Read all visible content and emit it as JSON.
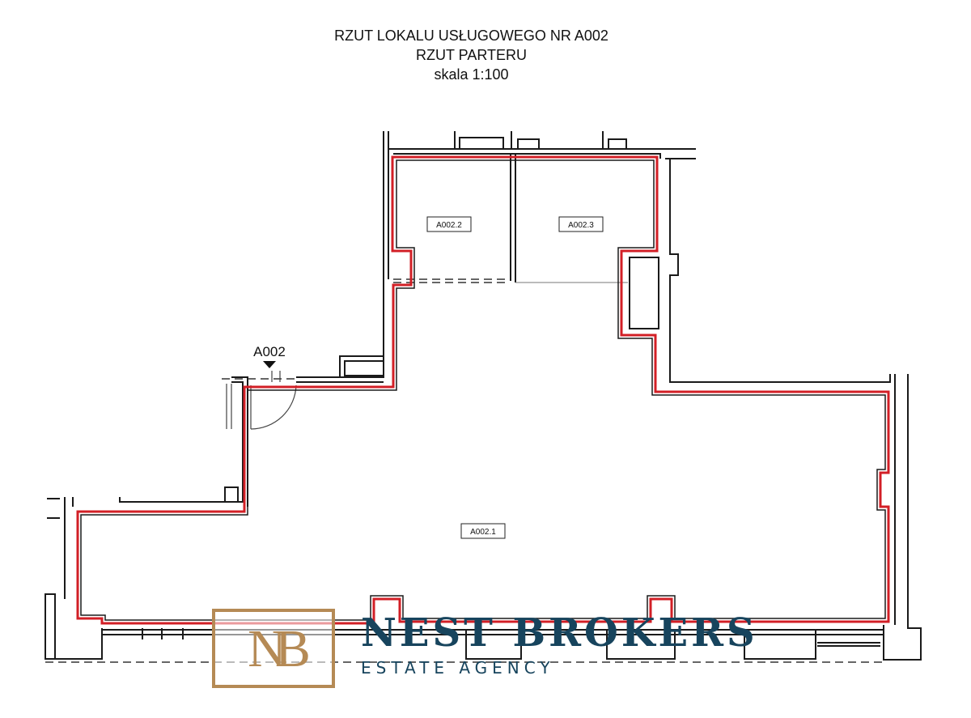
{
  "title": {
    "line1": "RZUT LOKALU USŁUGOWEGO NR A002",
    "line2": "RZUT PARTERU",
    "line3": "skala 1:100"
  },
  "entrance": {
    "label": "A002"
  },
  "rooms": {
    "r1": "A002.1",
    "r2": "A002.2",
    "r3": "A002.3"
  },
  "logo": {
    "monogram": "NB",
    "name": "NEST BROKERS",
    "tagline": "ESTATE AGENCY"
  },
  "colors": {
    "boundary": "#d21f26",
    "walls": "#1a1a1a",
    "logo_gold": "#b58a55",
    "logo_blue": "#17445d"
  }
}
